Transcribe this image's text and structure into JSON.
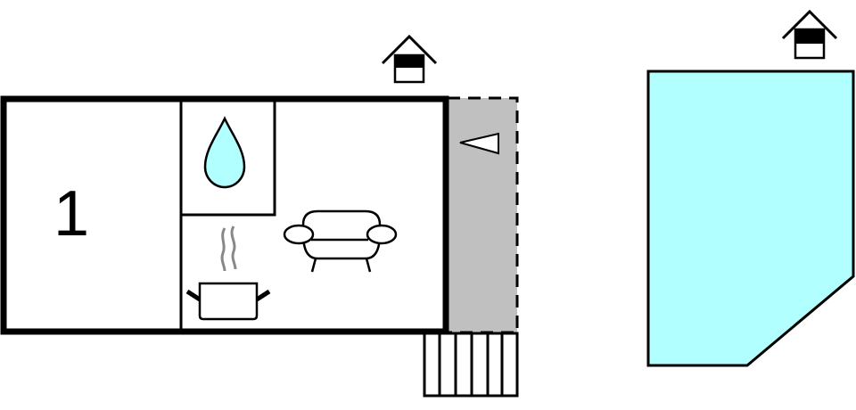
{
  "floor_plan": {
    "rooms": [
      {
        "id": "bedroom",
        "label": "1",
        "icon": "bed-number"
      },
      {
        "id": "bathroom",
        "icon": "water-drop-icon"
      },
      {
        "id": "kitchen",
        "icon": "cooking-pot-icon"
      },
      {
        "id": "living-room",
        "icon": "sofa-icon"
      }
    ],
    "terrace": {
      "icon": "orientation-triangle-icon",
      "style": "dashed-border"
    },
    "steps": {
      "count": 6
    },
    "pool": {
      "shape": "pentagon-cut-corner"
    },
    "entrances": [
      {
        "icon": "house-entrance-icon",
        "location": "cottage"
      },
      {
        "icon": "house-entrance-icon",
        "location": "pool"
      }
    ]
  },
  "colors": {
    "wall": "#000000",
    "terrace": "#c0c0c0",
    "water": "#b2ffff",
    "steam": "#888888",
    "background": "#ffffff"
  }
}
